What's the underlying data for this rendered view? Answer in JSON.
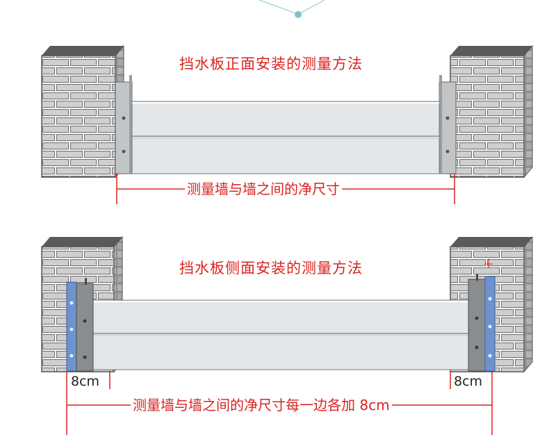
{
  "front_method": {
    "title": "挡水板正面安装的测量方法",
    "dimension_label": "测量墙与墙之间的净尺寸"
  },
  "side_method": {
    "title": "挡水板侧面安装的测量方法",
    "dimension_label": "测量墙与墙之间的净尺寸每一边各加 8cm",
    "left_offset_label": "8cm",
    "right_offset_label": "8cm"
  },
  "colors": {
    "annotation": "#d9231f",
    "brick_face": "#d6d6d6",
    "mortar": "#f4f4f4",
    "panel": "#e3e6e8",
    "bracket": "#b9bcbe",
    "side_channel": "#6d93cf",
    "side_post": "#8a8d90"
  }
}
